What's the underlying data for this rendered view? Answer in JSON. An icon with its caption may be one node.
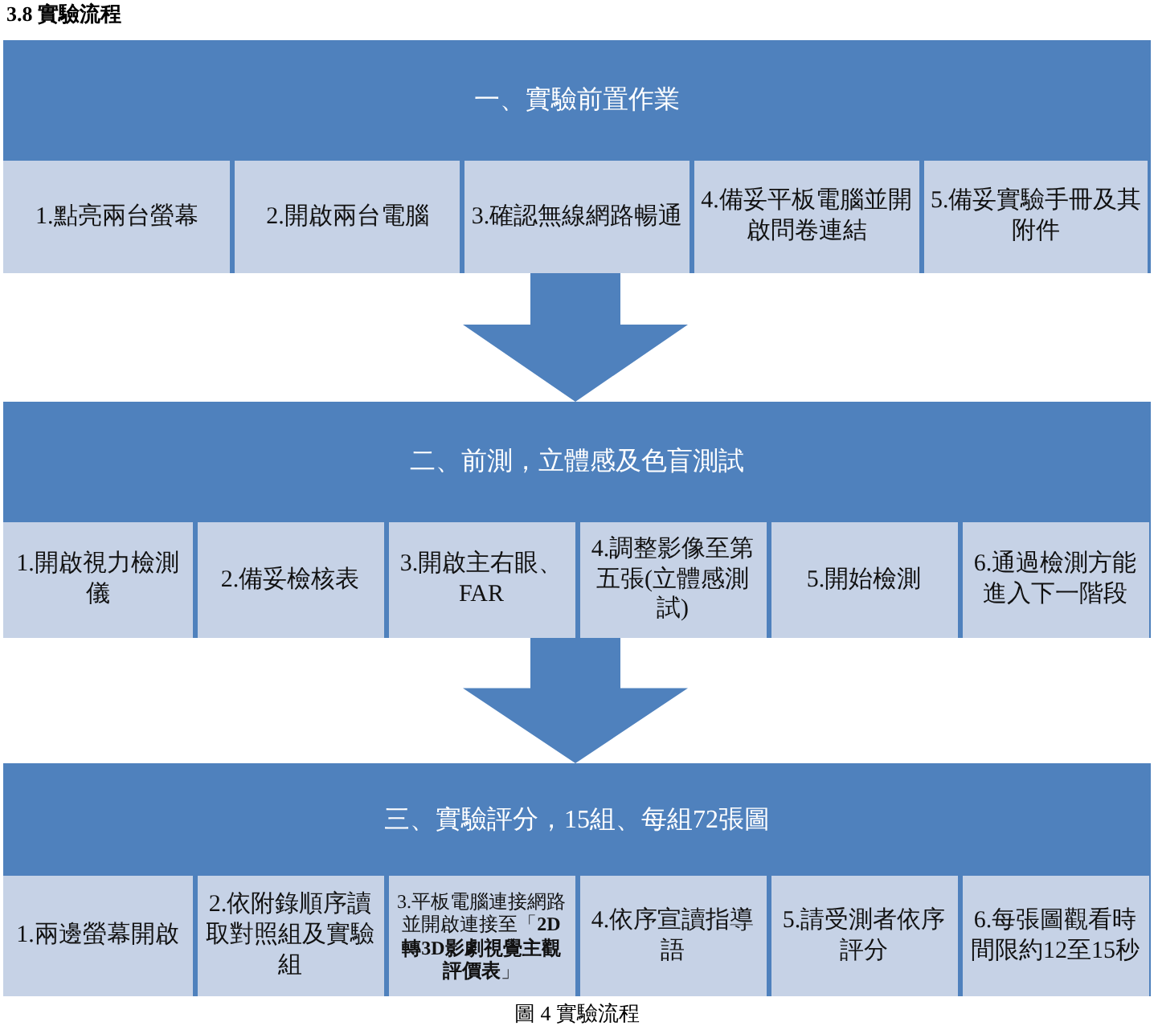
{
  "diagram": {
    "title": "3.8 實驗流程",
    "caption": "圖 4 實驗流程",
    "nodes": [
      {
        "text": [
          "一、實驗前置作業"
        ]
      },
      {
        "text": [
          "1.點亮兩台螢幕"
        ],
        "in": 0
      },
      {
        "text": [
          "2.開啟兩台電腦"
        ],
        "in": 0
      },
      {
        "text": [
          "3.確認無線網路暢通"
        ],
        "in": 0
      },
      {
        "text": [
          "4.備妥平板電腦並開啟問卷連結"
        ],
        "in": 0
      },
      {
        "text": [
          "5.備妥實驗手冊及其附件"
        ],
        "in": 0
      },
      {
        "text": [
          "二、前測，立體感及色盲測試"
        ]
      },
      {
        "text": [
          "1.開啟視力檢測儀"
        ],
        "in": 6
      },
      {
        "text": [
          "2.備妥檢核表"
        ],
        "in": 6
      },
      {
        "text": [
          "3.開啟主右眼、FAR"
        ],
        "in": 6
      },
      {
        "text": [
          "4.調整影像至第五張(立體感測試)"
        ],
        "in": 6
      },
      {
        "text": [
          "5.開始檢測"
        ],
        "in": 6
      },
      {
        "text": [
          "6.通過檢測方能進入下一階段"
        ],
        "in": 6
      },
      {
        "text": [
          "三、實驗評分，15組、每組72張圖"
        ]
      },
      {
        "text": [
          "1.兩邊螢幕開啟"
        ],
        "in": 13
      },
      {
        "text": [
          "2.依附錄順序讀取對照組及實驗組"
        ],
        "in": 13
      },
      {
        "text": [
          "3.平板電腦連接網路並開啟連接至「**2D轉3D影劇視覺主觀評價表**」"
        ],
        "in": 13
      },
      {
        "text": [
          "4.依序宣讀指導語"
        ],
        "in": 13
      },
      {
        "text": [
          "5.請受測者依序評分"
        ],
        "in": 13
      },
      {
        "text": [
          "6.每張圖觀看時間限約12至15秒"
        ],
        "in": 13
      }
    ],
    "edges": [
      {
        "from": 0,
        "to": 6,
        "arrow": "to"
      },
      {
        "from": 6,
        "to": 13,
        "arrow": "to"
      }
    ]
  }
}
